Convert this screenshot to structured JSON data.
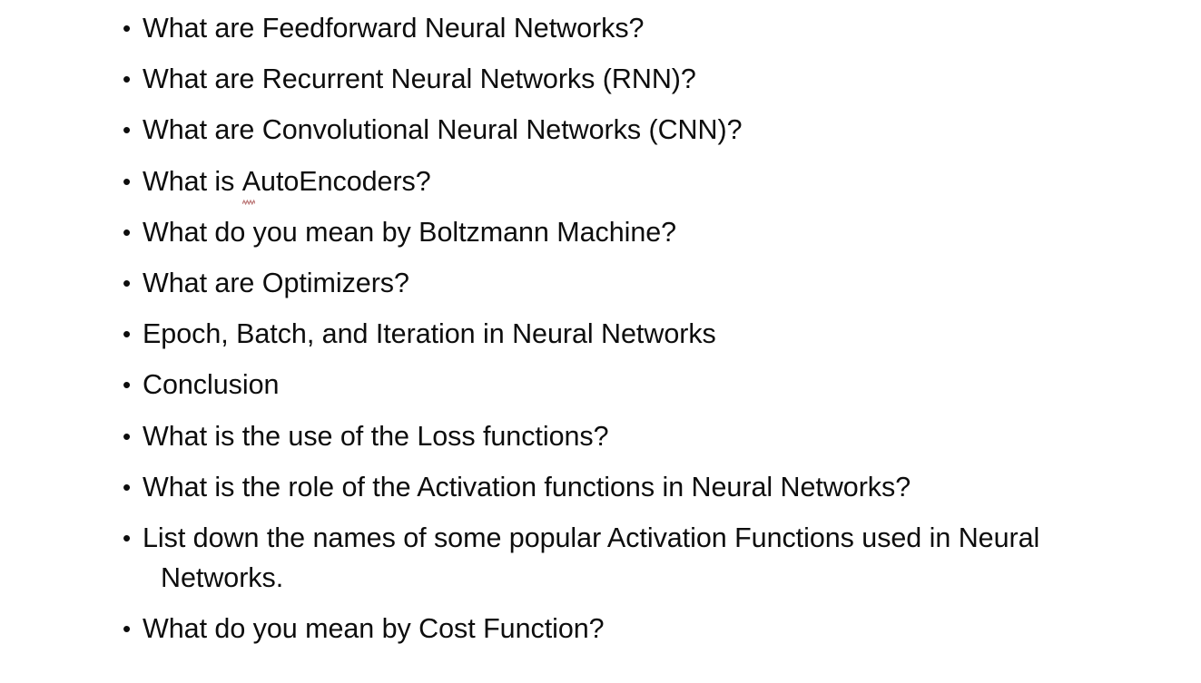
{
  "document": {
    "type": "presentation-slide",
    "background_color": "#ffffff",
    "text_color": "#0d0d0d",
    "bullet_glyph": "•"
  },
  "spellcheck": {
    "underline_color": "#c08080",
    "misspelled_word": "AutoEncoders"
  },
  "bullets": [
    {
      "text": "What are Feedforward Neural Networks?"
    },
    {
      "text": "What are Recurrent Neural Networks (RNN)?"
    },
    {
      "text": "What are Convolutional Neural Networks (CNN)?"
    },
    {
      "text": "What is AutoEncoders?",
      "prefix": "What is ",
      "flagged": "AutoEncoders",
      "suffix": "?"
    },
    {
      "text": "What do you mean by Boltzmann Machine?"
    },
    {
      "text": "What are Optimizers?"
    },
    {
      "text": "Epoch, Batch, and Iteration in Neural Networks"
    },
    {
      "text": "Conclusion"
    },
    {
      "text": "What is the use of the Loss functions?"
    },
    {
      "text": "What is the role of the Activation functions in Neural Networks?"
    },
    {
      "text": "List down the names of some popular Activation Functions used in Neural",
      "continuation": "Networks."
    },
    {
      "text": "What do you mean by Cost Function?"
    }
  ]
}
